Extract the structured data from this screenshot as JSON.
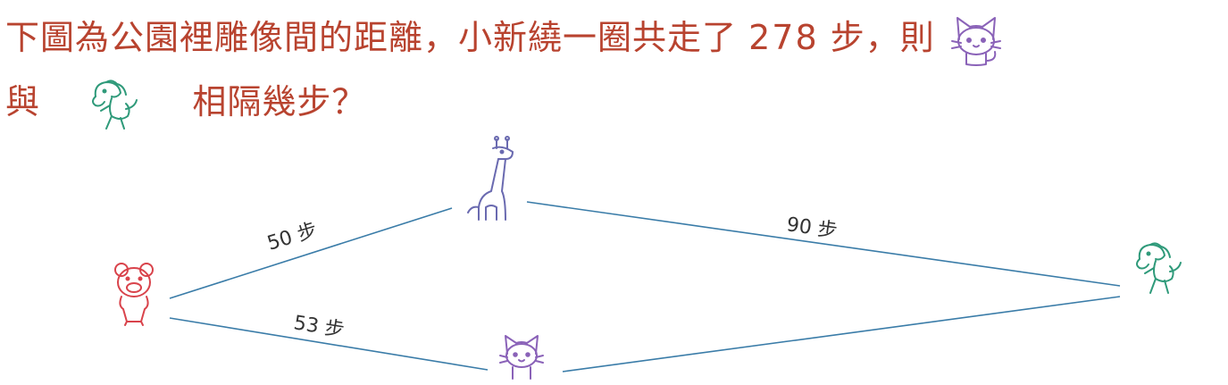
{
  "question": {
    "part1": "下圖為公園裡雕像間的距離，小新繞一圈共走了",
    "total_steps": "278",
    "part2": "步，則",
    "part3": "與",
    "part4": "相隔幾步？",
    "icon_cat": "cat-icon",
    "icon_horse": "horse-icon"
  },
  "colors": {
    "text": "#b8432f",
    "edge": "#3a7ca8",
    "bear": "#d9434b",
    "giraffe": "#6a6ab0",
    "horse": "#2f9a7a",
    "cat": "#8a62b8"
  },
  "edges": {
    "bear_giraffe": "50 步",
    "giraffe_horse": "90 步",
    "bear_cat": "53 步"
  },
  "nodes": [
    "bear-icon",
    "giraffe-icon",
    "horse-icon",
    "cat-icon"
  ]
}
